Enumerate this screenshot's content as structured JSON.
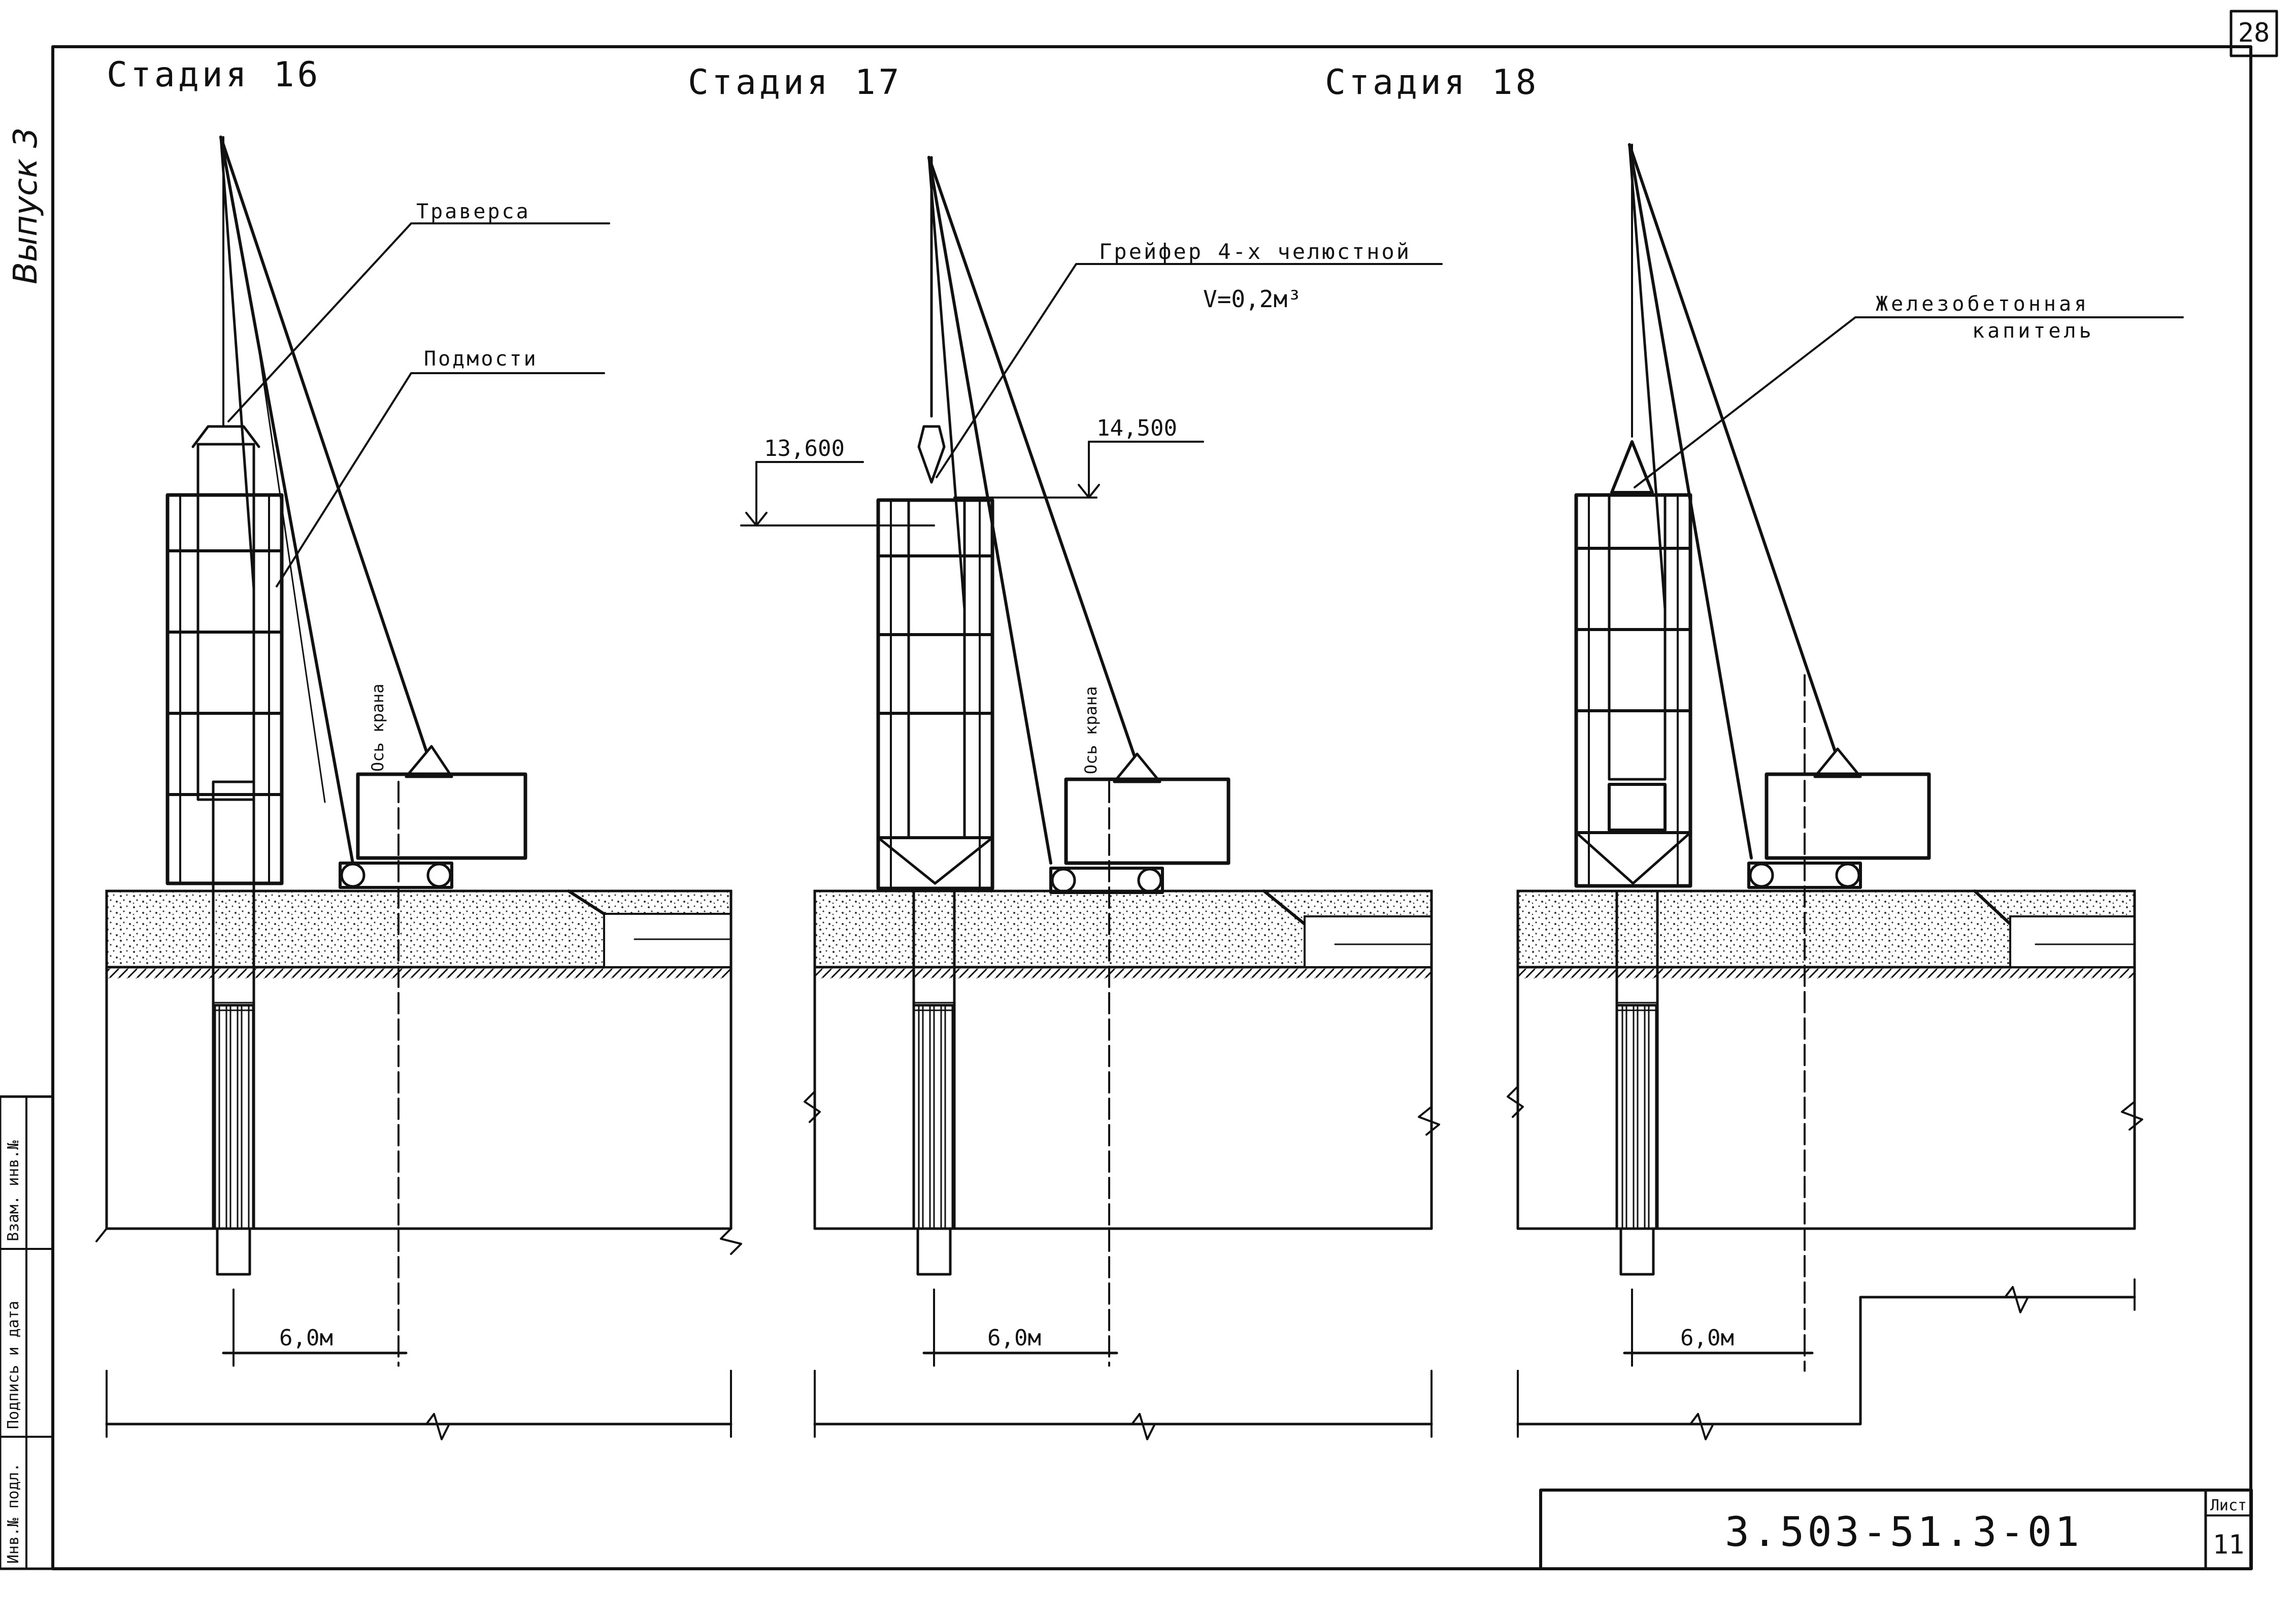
{
  "page_number": "28",
  "margin_label": "Выпуск 3",
  "stamp_labels": [
    "Инв.№ подл.",
    "Подпись и дата",
    "Взам. инв.№"
  ],
  "stages": [
    {
      "title": "Стадия 16",
      "label_a": "Траверса",
      "label_b": "Подмости",
      "axis_label": "Ось крана",
      "dimension": "6,0м"
    },
    {
      "title": "Стадия 17",
      "label_a": "Грейфер 4-х челюстной",
      "label_b": "V=0,2м³",
      "axis_label": "Ось крана",
      "dimension": "6,0м",
      "level_left": "13,600",
      "level_right": "14,500"
    },
    {
      "title": "Стадия 18",
      "label_a": "Железобетонная",
      "label_b": "капитель",
      "dimension": "6,0м"
    }
  ],
  "title_block": {
    "code": "3.503-51.3-01",
    "sheet_label": "Лист",
    "sheet_number": "11"
  }
}
